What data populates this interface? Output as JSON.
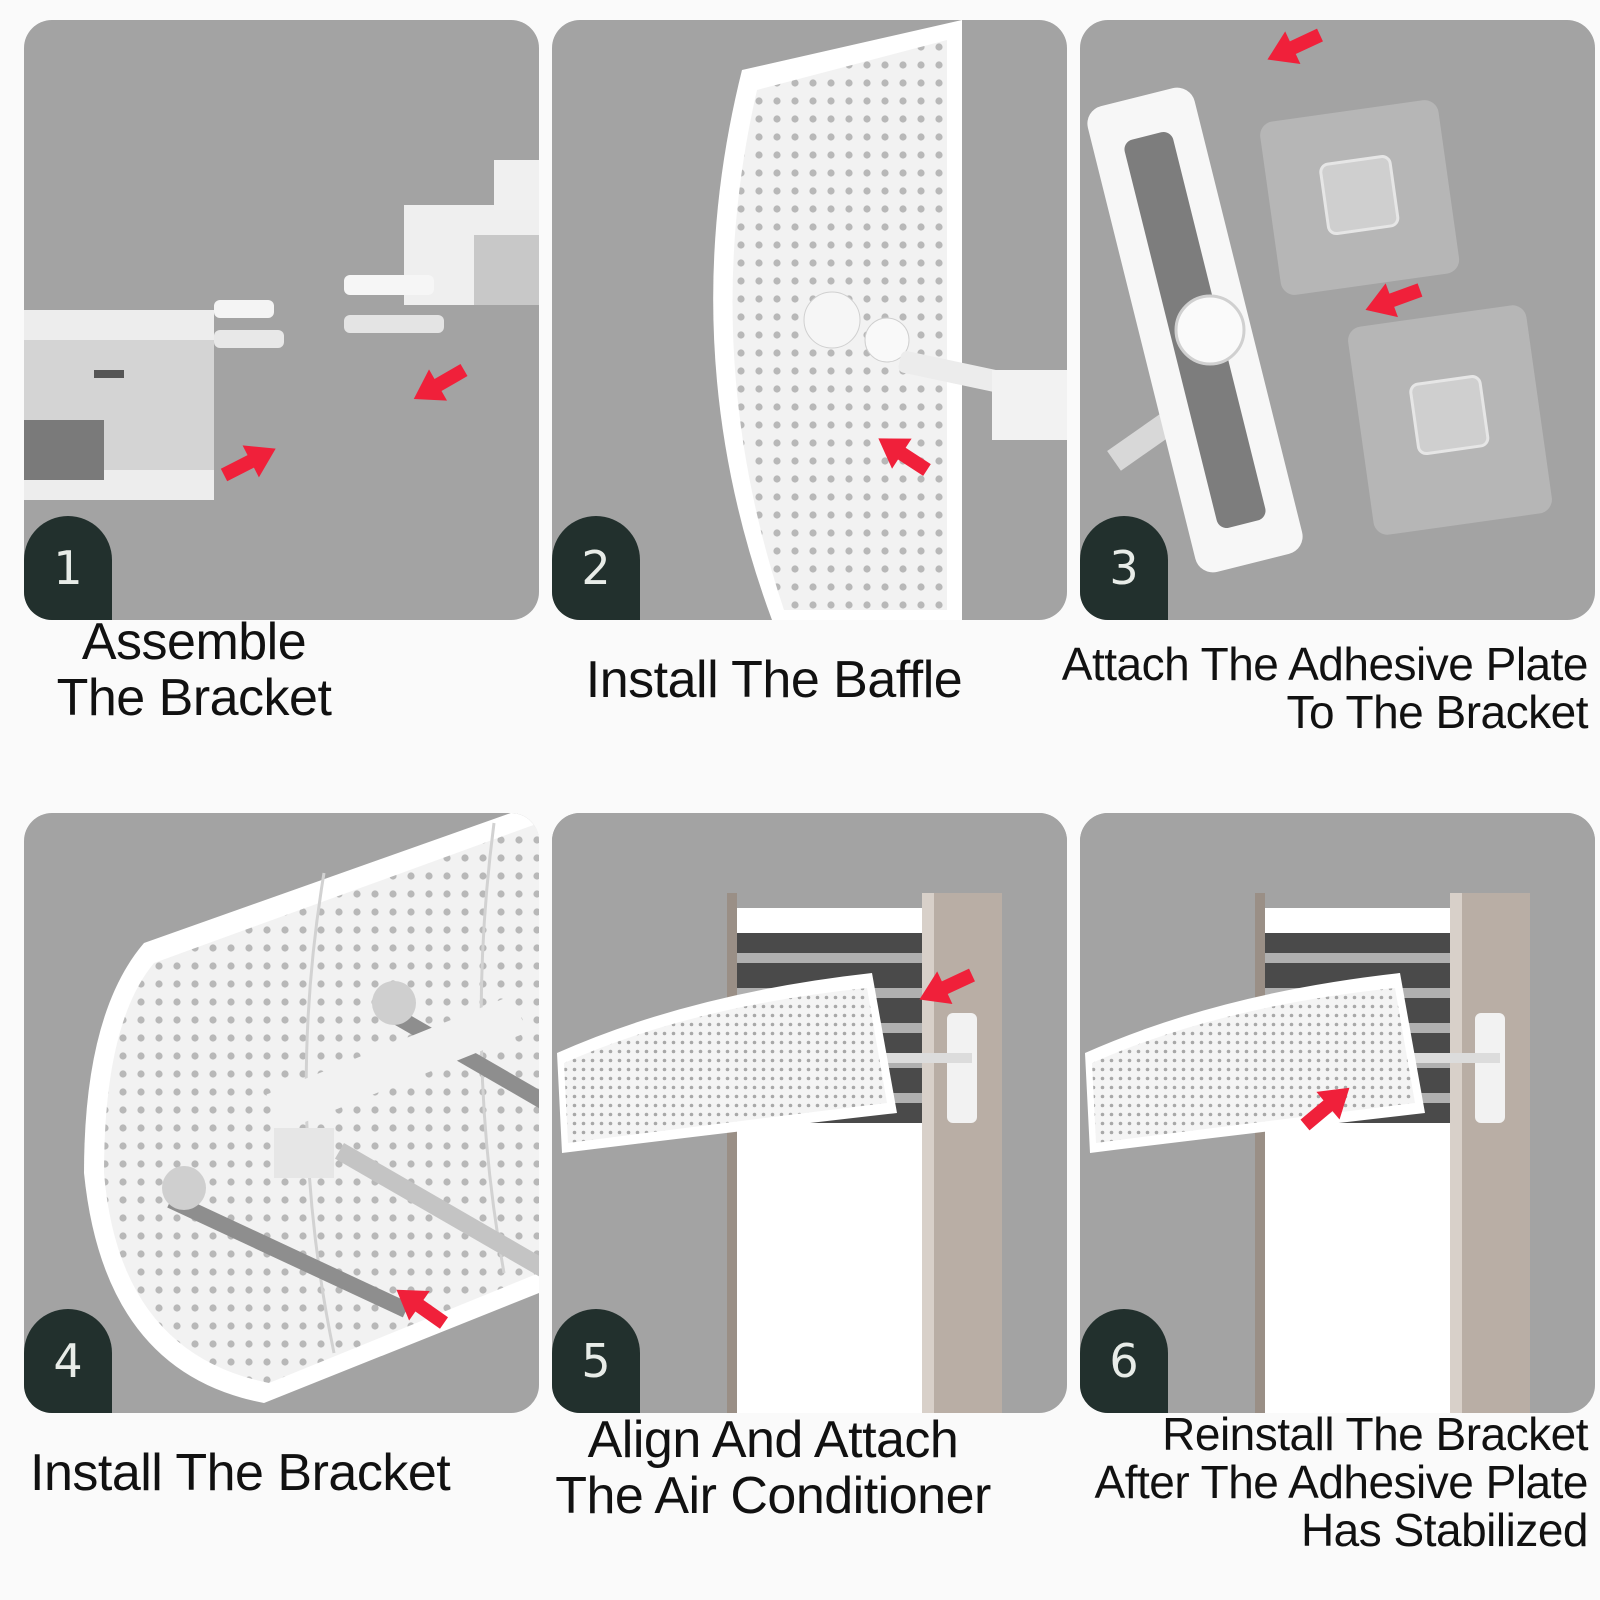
{
  "steps": [
    {
      "number": "1",
      "caption": [
        "Assemble",
        "The Bracket"
      ]
    },
    {
      "number": "2",
      "caption": [
        "Install The Baffle"
      ]
    },
    {
      "number": "3",
      "caption": [
        "Attach The Adhesive Plate",
        "To The Bracket"
      ]
    },
    {
      "number": "4",
      "caption": [
        "Install The Bracket"
      ]
    },
    {
      "number": "5",
      "caption": [
        "Align And Attach",
        "The Air Conditioner"
      ]
    },
    {
      "number": "6",
      "caption": [
        "Reinstall The Bracket",
        "After The Adhesive Plate",
        "Has Stabilized"
      ]
    }
  ],
  "colors": {
    "panel_background": "#a3a3a3",
    "badge_background": "#22302d",
    "arrow": "#f0203a",
    "page_background": "#fafafa"
  }
}
